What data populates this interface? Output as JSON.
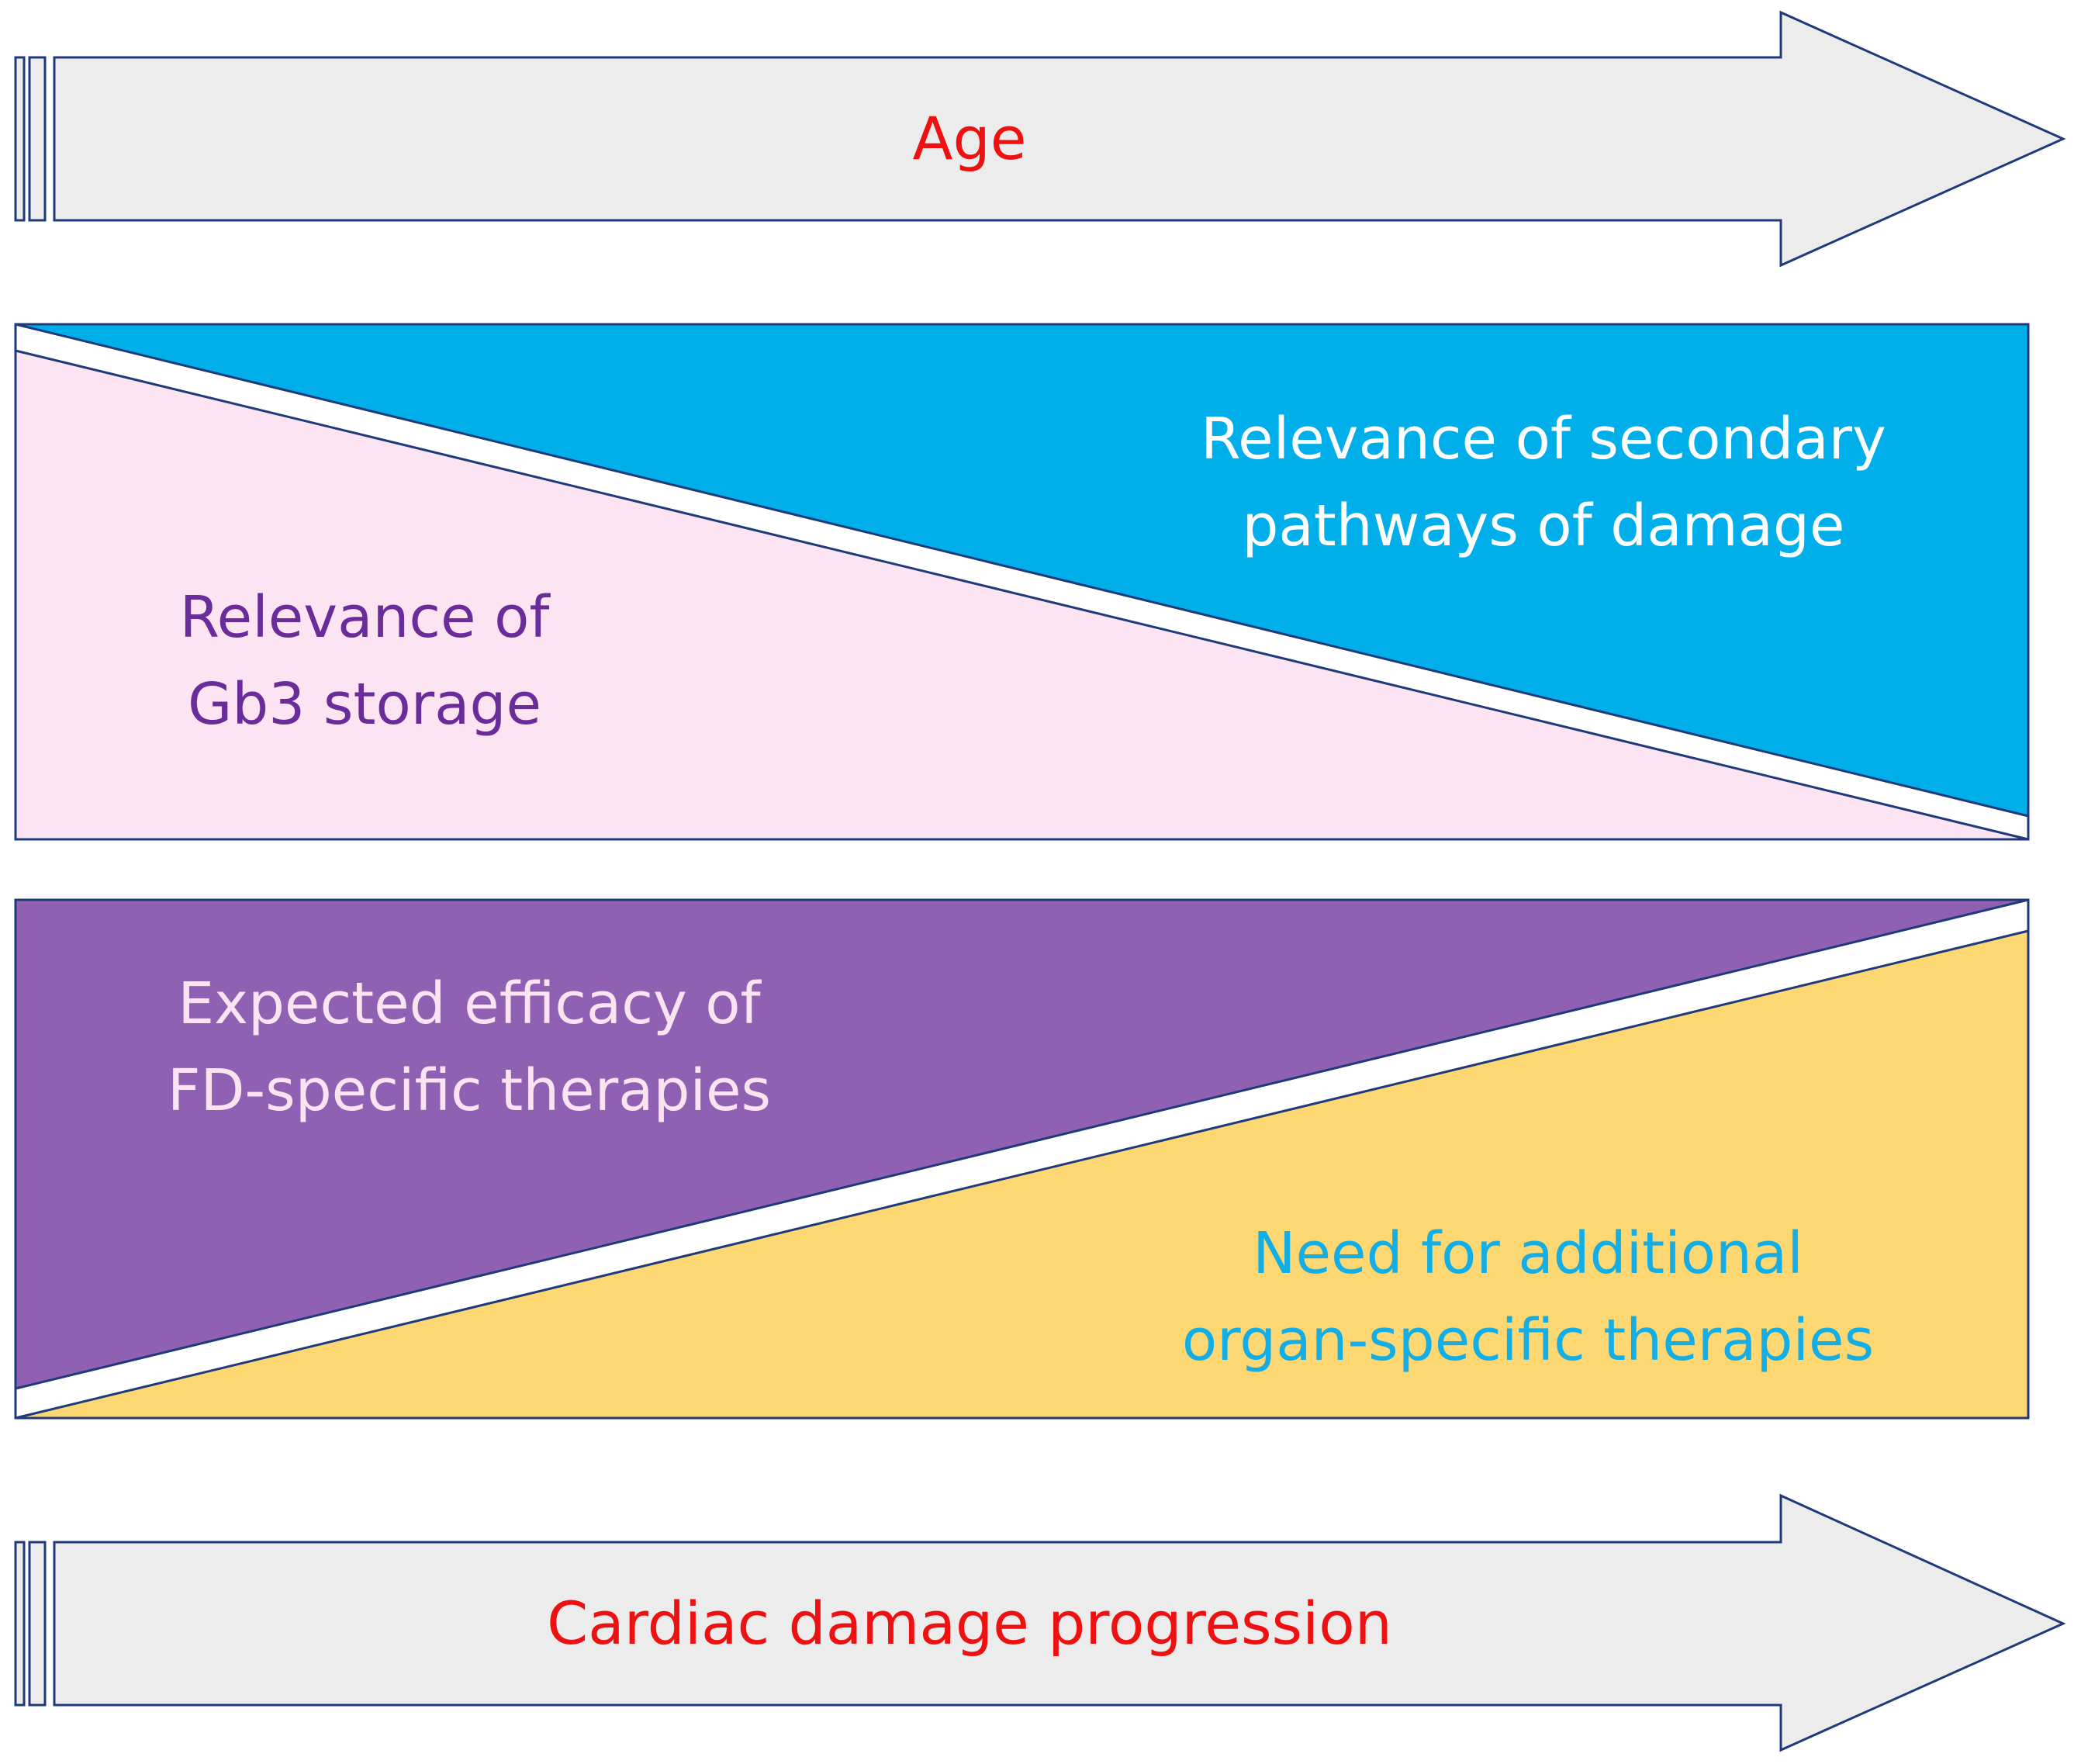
{
  "arrows": {
    "top": {
      "label": "Age"
    },
    "bottom": {
      "label": "Cardiac damage progression"
    }
  },
  "panel1": {
    "top_right": {
      "lines": [
        "Relevance of secondary",
        "pathways of damage"
      ]
    },
    "bottom_left": {
      "lines": [
        "Relevance of",
        "Gb3 storage"
      ]
    }
  },
  "panel2": {
    "top_left": {
      "lines": [
        "Expected efficacy of",
        "FD-specific therapies"
      ]
    },
    "bottom_right": {
      "lines": [
        "Need for additional",
        "organ-specific therapies"
      ]
    }
  },
  "colors": {
    "arrow_fill": "#ececec",
    "arrow_stroke": "#1f3a7a",
    "arrow_text": "#ee1111",
    "panel1_top": "#00aeea",
    "panel1_top_text": "#ffffff",
    "panel1_bottom": "#fde4f2",
    "panel1_bottom_text": "#6a2c9a",
    "panel2_top": "#9061b2",
    "panel2_top_text": "#fbe4f1",
    "panel2_bottom": "#fcd772",
    "panel2_bottom_text": "#12aee5"
  }
}
